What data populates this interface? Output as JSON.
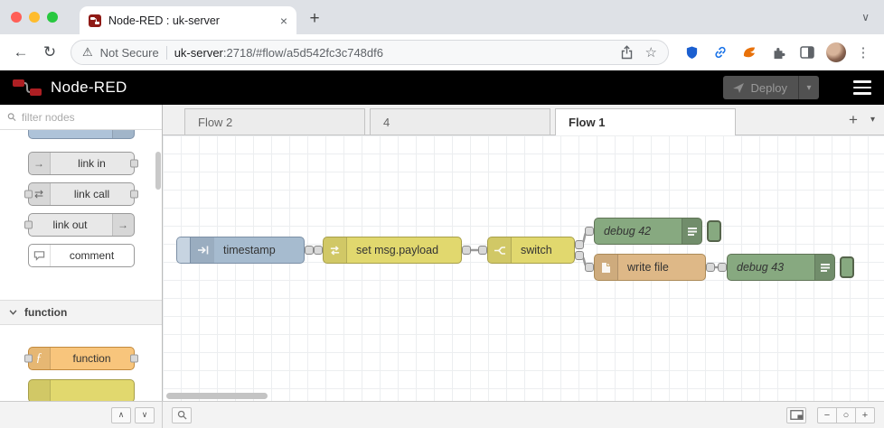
{
  "browser": {
    "tab_title": "Node-RED : uk-server",
    "security_label": "Not Secure",
    "url_host": "uk-server",
    "url_rest": ":2718/#flow/a5d542fc3c748df6"
  },
  "header": {
    "title": "Node-RED",
    "deploy_label": "Deploy"
  },
  "palette": {
    "filter_placeholder": "filter nodes",
    "items": [
      {
        "label": "link in"
      },
      {
        "label": "link call"
      },
      {
        "label": "link out"
      },
      {
        "label": "comment"
      }
    ],
    "category": "function",
    "category_items": [
      {
        "label": "function"
      }
    ]
  },
  "workspace": {
    "tabs": [
      {
        "label": "Flow 2"
      },
      {
        "label": "4"
      },
      {
        "label": "Flow 1",
        "active": true
      }
    ]
  },
  "flow_nodes": {
    "inject": "timestamp",
    "change": "set msg.payload",
    "switch": "switch",
    "debug1": "debug 42",
    "file": "write file",
    "debug2": "debug 43"
  },
  "colors": {
    "inject_blue": "#a6bbcf",
    "function_yellow": "#e1d86e",
    "debug_green": "#87a980",
    "file_tan": "#deb887",
    "palette_function_orange": "#f8c57c",
    "header_black": "#000000"
  },
  "glyphs": {
    "close_tab": "×",
    "new_tab": "+",
    "tab_caret": "∨",
    "back": "←",
    "reload": "↻",
    "warning": "⚠",
    "star": "☆",
    "menu_dots": "⋮",
    "deploy_caret": "▾",
    "add_flow": "+",
    "flow_caret": "▾",
    "arrow_right": "→",
    "swap": "⇄",
    "function_f": "ƒ",
    "collapse_up": "∧",
    "collapse_down": "∨",
    "zoom_out": "−",
    "zoom_reset": "○",
    "zoom_in": "+"
  }
}
